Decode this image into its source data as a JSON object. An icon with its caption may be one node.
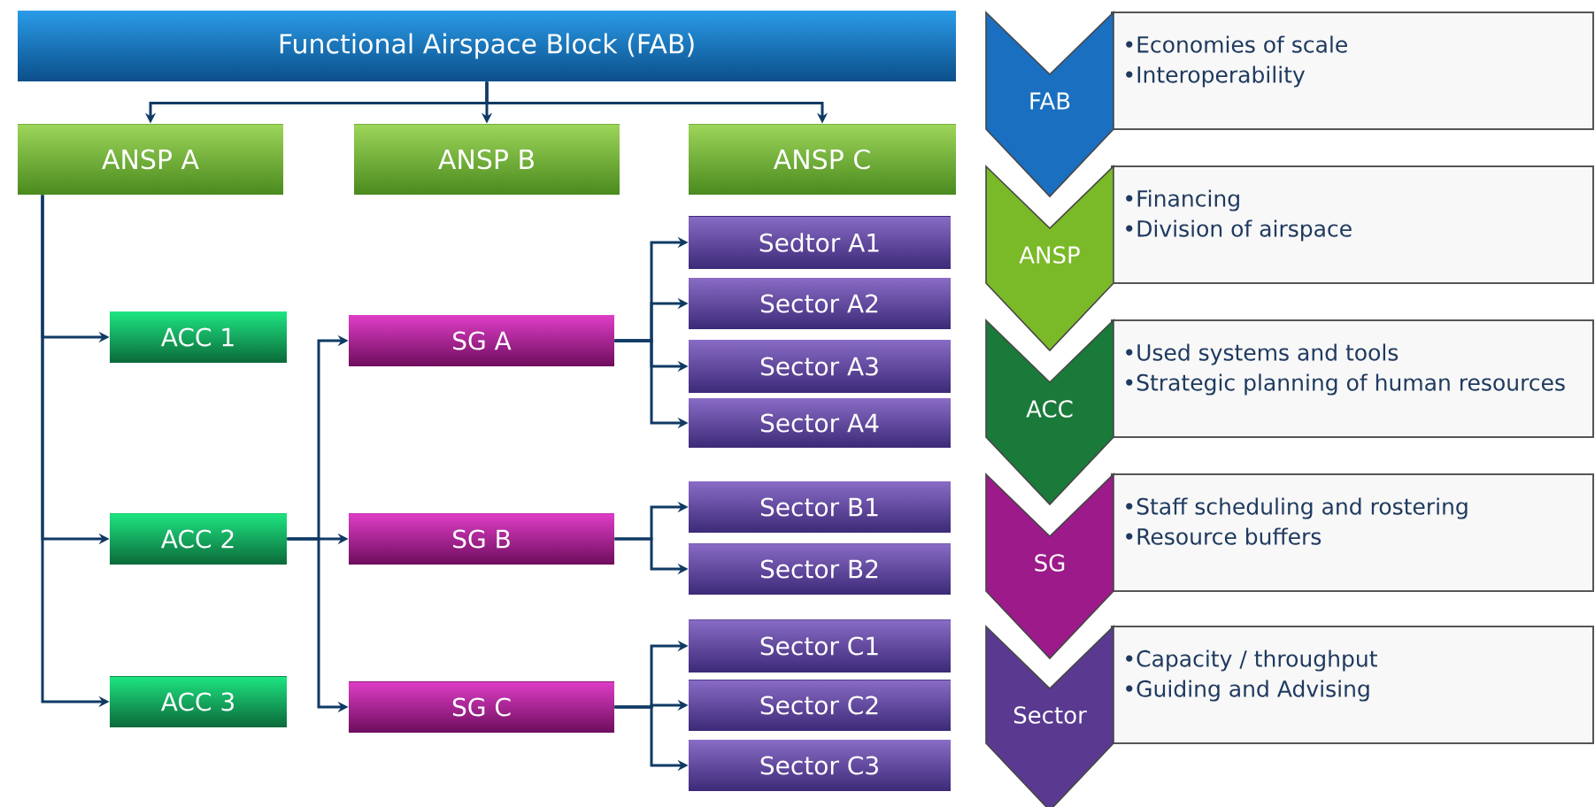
{
  "diagram": {
    "nodes": [
      {
        "text": [
          "Functional Airspace Block (FAB)"
        ]
      },
      {
        "text": [
          "ANSP A"
        ]
      },
      {
        "text": [
          "ANSP B"
        ]
      },
      {
        "text": [
          "ANSP C"
        ]
      },
      {
        "text": [
          "ACC 1"
        ]
      },
      {
        "text": [
          "ACC 2"
        ]
      },
      {
        "text": [
          "ACC 3"
        ]
      },
      {
        "text": [
          "SG A"
        ]
      },
      {
        "text": [
          "SG B"
        ]
      },
      {
        "text": [
          "SG C"
        ]
      },
      {
        "text": [
          "Sedtor A1"
        ]
      },
      {
        "text": [
          "Sector A2"
        ]
      },
      {
        "text": [
          "Sector A3"
        ]
      },
      {
        "text": [
          "Sector A4"
        ]
      },
      {
        "text": [
          "Sector B1"
        ]
      },
      {
        "text": [
          "Sector B2"
        ]
      },
      {
        "text": [
          "Sector C1"
        ]
      },
      {
        "text": [
          "Sector C2"
        ]
      },
      {
        "text": [
          "Sector C3"
        ]
      },
      {
        "text": [
          "FAB"
        ]
      },
      {
        "text": [
          "•Economies of scale",
          "•Interoperability"
        ]
      },
      {
        "text": [
          "ANSP"
        ]
      },
      {
        "text": [
          "•Financing",
          "•Division of airspace"
        ]
      },
      {
        "text": [
          "ACC"
        ]
      },
      {
        "text": [
          "•Used systems and tools",
          "•Strategic planning of human resources"
        ]
      },
      {
        "text": [
          "SG"
        ]
      },
      {
        "text": [
          "•Staff scheduling and rostering",
          "•Resource buffers"
        ]
      },
      {
        "text": [
          "Sector"
        ]
      },
      {
        "text": [
          "•Capacity / throughput",
          "•Guiding and Advising"
        ]
      }
    ],
    "edges": [
      {
        "from": 0,
        "to": 1,
        "arrow": "to"
      },
      {
        "from": 0,
        "to": 2,
        "arrow": "to"
      },
      {
        "from": 0,
        "to": 3,
        "arrow": "to"
      },
      {
        "from": 1,
        "to": 4,
        "arrow": "to"
      },
      {
        "from": 1,
        "to": 5,
        "arrow": "to"
      },
      {
        "from": 1,
        "to": 6,
        "arrow": "to"
      },
      {
        "from": 5,
        "to": 7,
        "arrow": "to"
      },
      {
        "from": 5,
        "to": 8,
        "arrow": "to"
      },
      {
        "from": 5,
        "to": 9,
        "arrow": "to"
      },
      {
        "from": 7,
        "to": 10,
        "arrow": "to"
      },
      {
        "from": 7,
        "to": 11,
        "arrow": "to"
      },
      {
        "from": 7,
        "to": 12,
        "arrow": "to"
      },
      {
        "from": 7,
        "to": 13,
        "arrow": "to"
      },
      {
        "from": 8,
        "to": 14,
        "arrow": "to"
      },
      {
        "from": 8,
        "to": 15,
        "arrow": "to"
      },
      {
        "from": 9,
        "to": 16,
        "arrow": "to"
      },
      {
        "from": 9,
        "to": 17,
        "arrow": "to"
      },
      {
        "from": 9,
        "to": 18,
        "arrow": "to"
      }
    ]
  }
}
